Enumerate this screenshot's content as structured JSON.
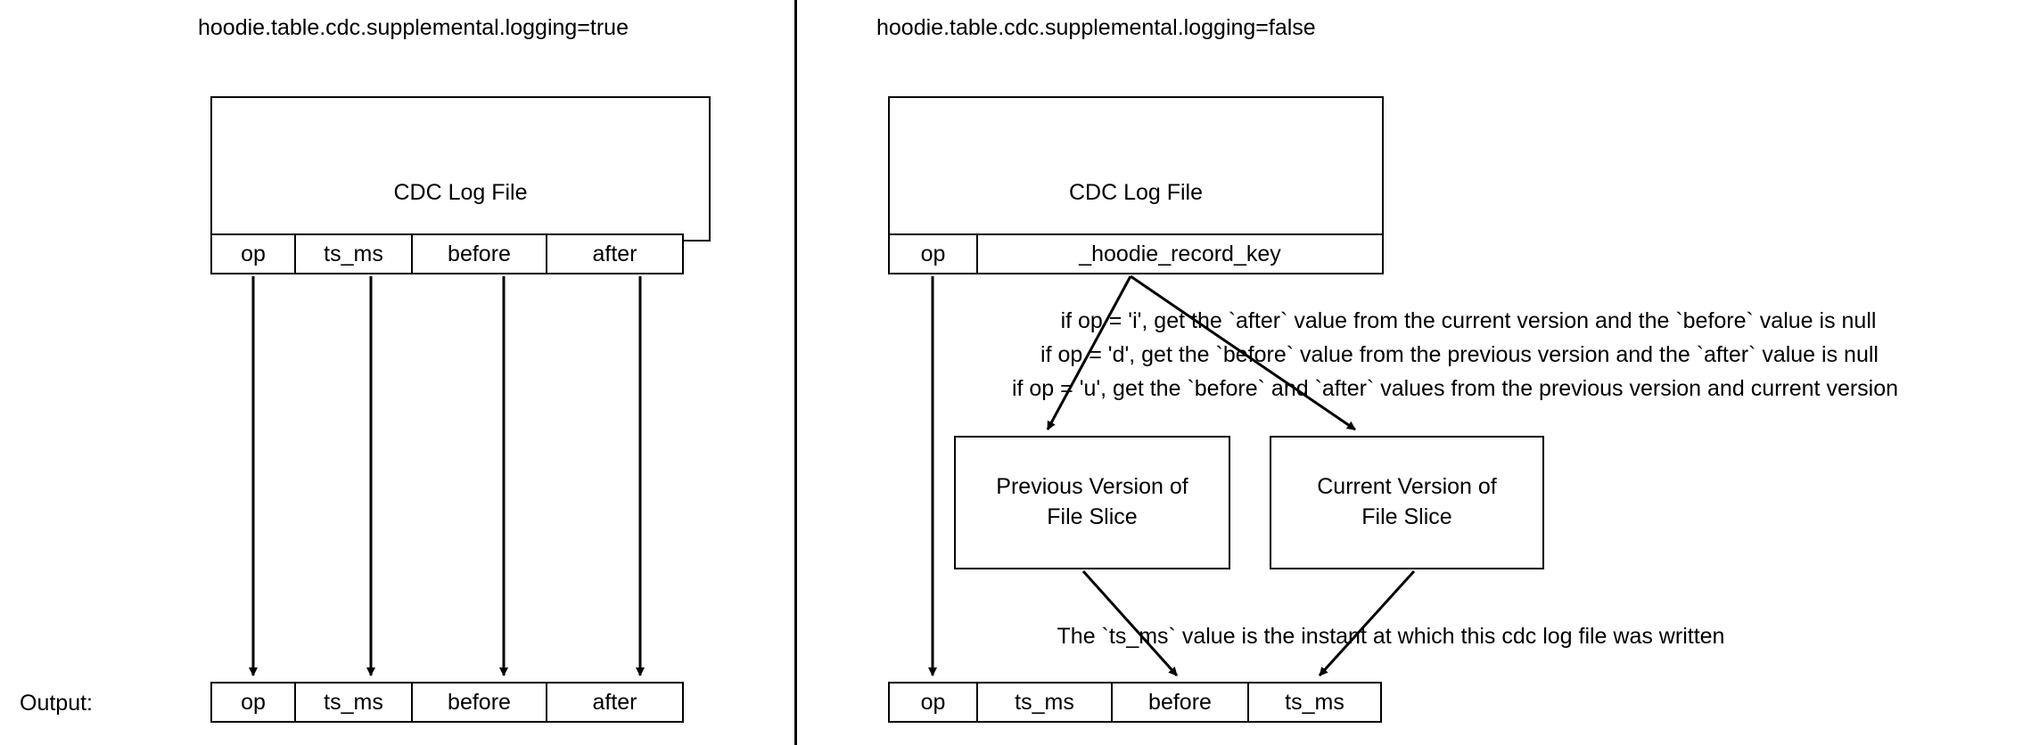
{
  "diagram": {
    "title_left": "hoodie.table.cdc.supplemental.logging=true",
    "title_right": "hoodie.table.cdc.supplemental.logging=false",
    "output_label": "Output:",
    "colors": {
      "stroke": "#000000",
      "background": "#ffffff"
    }
  },
  "left": {
    "log_file": {
      "label": "CDC Log File",
      "columns": [
        "op",
        "ts_ms",
        "before",
        "after"
      ]
    },
    "output": {
      "columns": [
        "op",
        "ts_ms",
        "before",
        "after"
      ]
    }
  },
  "right": {
    "log_file": {
      "label": "CDC Log File",
      "columns": [
        "op",
        "_hoodie_record_key"
      ]
    },
    "rules": [
      "if op = 'i', get the `after` value from the current version and the `before` value is null",
      "if op = 'd', get the `before` value from the previous version  and the `after` value is null",
      "if op = 'u', get the `before` and `after` values from the previous version and current version"
    ],
    "version_boxes": [
      {
        "line1": "Previous Version of",
        "line2": "File Slice"
      },
      {
        "line1": "Current Version of",
        "line2": "File Slice"
      }
    ],
    "ts_note": "The `ts_ms` value is the instant at which this cdc log file was written",
    "output": {
      "columns": [
        "op",
        "ts_ms",
        "before",
        "ts_ms"
      ]
    }
  }
}
